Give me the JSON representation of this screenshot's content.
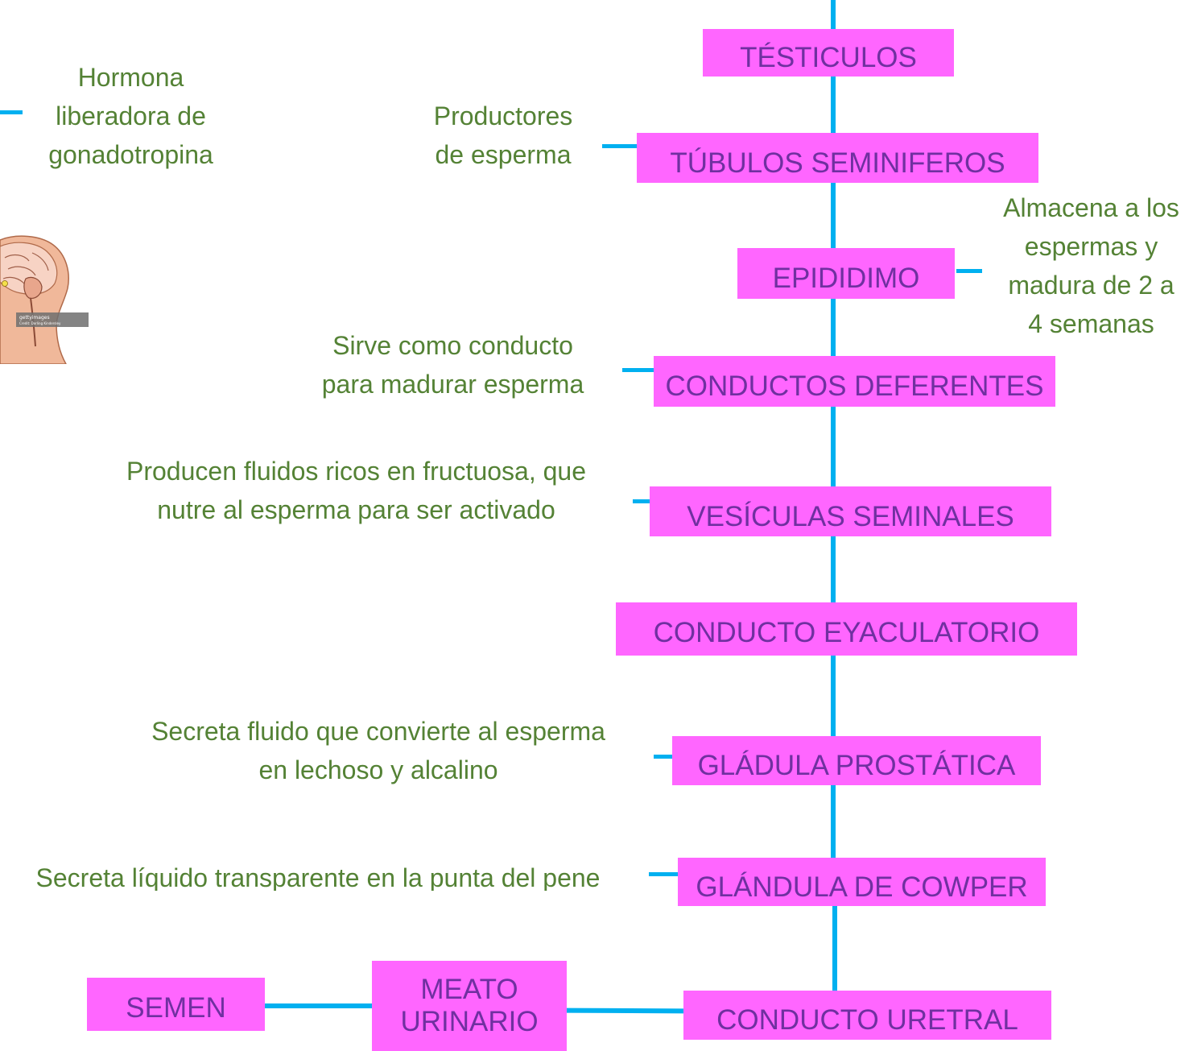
{
  "colors": {
    "box_fill": "#ff66ff",
    "box_text": "#7030a0",
    "note_text": "#548235",
    "connector": "#00b0f0"
  },
  "boxes": {
    "testiculos": "TÉSTICULOS",
    "tubulos": "TÚBULOS SEMINIFEROS",
    "epididimo": "EPIDIDIMO",
    "deferentes": "CONDUCTOS DEFERENTES",
    "vesiculas": "VESÍCULAS SEMINALES",
    "eyaculatorio": "CONDUCTO EYACULATORIO",
    "prostatica": "GLÁDULA PROSTÁTICA",
    "cowper": "GLÁNDULA DE COWPER",
    "uretral": "CONDUCTO URETRAL",
    "meato": "MEATO URINARIO",
    "semen": "SEMEN"
  },
  "notes": {
    "hormona": "Hormona\nliberadora de\ngonadotropina",
    "productores": "Productores\nde esperma",
    "almacena": "Almacena a los\nespermas y\nmadura de 2 a\n4 semanas",
    "sirve": "Sirve como conducto\npara madurar esperma",
    "producen": "Producen fluidos ricos en fructuosa, que\nnutre al esperma para ser activado",
    "secreta_fluido": "Secreta fluido que convierte al esperma\nen lechoso y alcalino",
    "secreta_liquido": "Secreta líquido transparente en la punta del pene"
  },
  "image": {
    "watermark": "gettyimages",
    "credit": "Credit: Dorling Kindersley"
  }
}
